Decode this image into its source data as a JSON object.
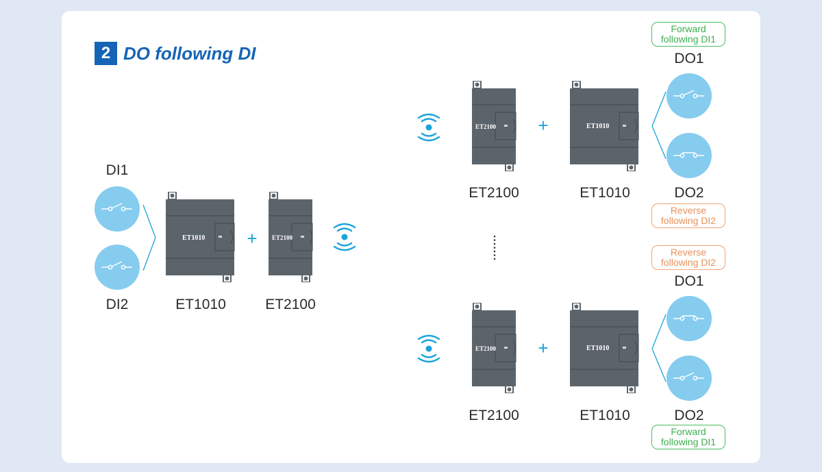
{
  "header": {
    "number": "2",
    "title": "DO following DI"
  },
  "left": {
    "di1_label": "DI1",
    "di2_label": "DI2",
    "module1_label": "ET1010",
    "module2_label": "ET2100",
    "module1_text": "ET1010",
    "module2_text": "ET2100",
    "plus": "+"
  },
  "right_top": {
    "tag_top": [
      "Forward",
      "following DI1"
    ],
    "do1_label": "DO1",
    "do2_label": "DO2",
    "tag_bottom": [
      "Reverse",
      "following DI2"
    ],
    "module1_label": "ET2100",
    "module2_label": "ET1010",
    "module1_text": "ET2100",
    "module2_text": "ET1010",
    "plus": "+"
  },
  "right_bottom": {
    "tag_top": [
      "Reverse",
      "following DI2"
    ],
    "do1_label": "DO1",
    "do2_label": "DO2",
    "tag_bottom": [
      "Forward",
      "following DI1"
    ],
    "module1_label": "ET2100",
    "module2_label": "ET1010",
    "module1_text": "ET2100",
    "module2_text": "ET1010",
    "plus": "+"
  },
  "colors": {
    "accent_blue": "#1664b6",
    "circle_blue": "#86ccef",
    "signal_blue": "#1aa3dc",
    "module_gray": "#5c646b",
    "forward_green": "#4cba5c",
    "reverse_orange": "#efa472"
  },
  "icons": {
    "switch_open": "switch-open-icon",
    "switch_closed": "switch-closed-icon",
    "wireless": "wireless-signal-icon"
  }
}
